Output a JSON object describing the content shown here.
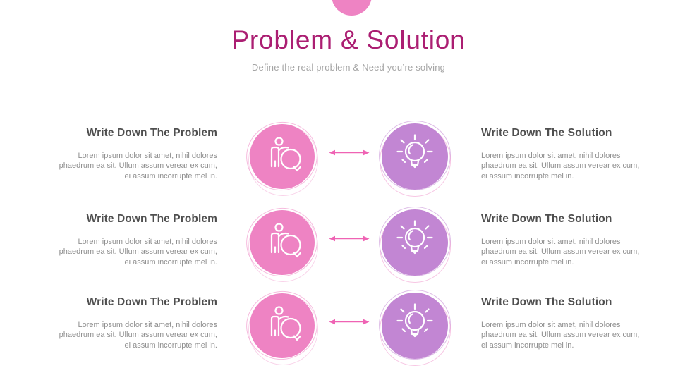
{
  "header": {
    "title": "Problem & Solution",
    "subtitle": "Define the real problem & Need you’re solving"
  },
  "rows": [
    {
      "problem": {
        "heading": "Write Down The Problem",
        "body": "Lorem ipsum dolor sit amet, nihil dolores phaedrum ea sit. Ullum assum verear ex cum, ei assum incorrupte mel in."
      },
      "solution": {
        "heading": "Write Down The Solution",
        "body": "Lorem ipsum dolor sit amet, nihil dolores phaedrum ea sit. Ullum assum verear ex cum, ei assum incorrupte mel in."
      }
    },
    {
      "problem": {
        "heading": "Write Down The Problem",
        "body": "Lorem ipsum dolor sit amet, nihil dolores phaedrum ea sit. Ullum assum verear ex cum, ei assum incorrupte mel in."
      },
      "solution": {
        "heading": "Write Down The Solution",
        "body": "Lorem ipsum dolor sit amet, nihil dolores phaedrum ea sit. Ullum assum verear ex cum, ei assum incorrupte mel in."
      }
    },
    {
      "problem": {
        "heading": "Write Down The Problem",
        "body": "Lorem ipsum dolor sit amet, nihil dolores phaedrum ea sit. Ullum assum verear ex cum, ei assum incorrupte mel in."
      },
      "solution": {
        "heading": "Write Down The Solution",
        "body": "Lorem ipsum dolor sit amet, nihil dolores phaedrum ea sit. Ullum assum verear ex cum, ei assum incorrupte mel in."
      }
    }
  ],
  "icons": {
    "problem": "person-search-icon",
    "solution": "lightbulb-icon",
    "connector": "double-headed-arrow-icon",
    "accent": "top-accent-circle"
  },
  "colors": {
    "accent_pink": "#ee83c3",
    "accent_purple": "#c286d3",
    "title_color": "#ab1e72",
    "arrow_color": "#ef63b4",
    "heading_color": "#4f4f4f",
    "body_color": "#8f8f8f",
    "subtitle_color": "#a5a5a5"
  }
}
